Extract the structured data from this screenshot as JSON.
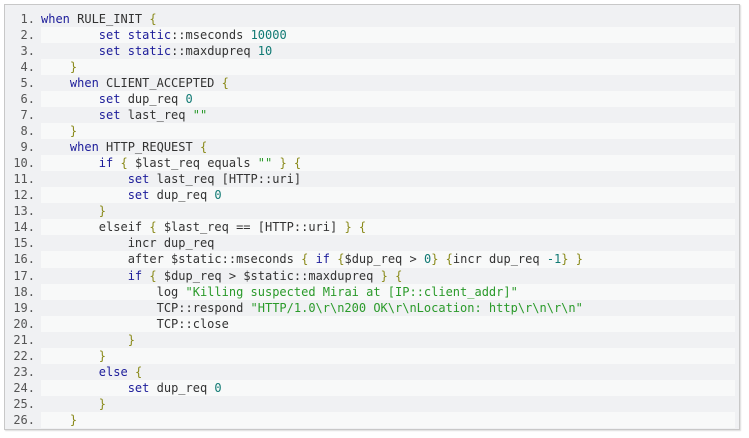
{
  "code": {
    "lines": [
      [
        [
          "k",
          "when"
        ],
        [
          "t",
          " RULE_INIT "
        ],
        [
          "b",
          "{"
        ]
      ],
      [
        [
          "t",
          "        "
        ],
        [
          "k",
          "set"
        ],
        [
          "t",
          " "
        ],
        [
          "k",
          "static"
        ],
        [
          "t",
          "::mseconds "
        ],
        [
          "n",
          "10000"
        ]
      ],
      [
        [
          "t",
          "        "
        ],
        [
          "k",
          "set"
        ],
        [
          "t",
          " "
        ],
        [
          "k",
          "static"
        ],
        [
          "t",
          "::maxdupreq "
        ],
        [
          "n",
          "10"
        ]
      ],
      [
        [
          "t",
          "    "
        ],
        [
          "b",
          "}"
        ]
      ],
      [
        [
          "t",
          "    "
        ],
        [
          "k",
          "when"
        ],
        [
          "t",
          " CLIENT_ACCEPTED "
        ],
        [
          "b",
          "{"
        ]
      ],
      [
        [
          "t",
          "        "
        ],
        [
          "k",
          "set"
        ],
        [
          "t",
          " dup_req "
        ],
        [
          "n",
          "0"
        ]
      ],
      [
        [
          "t",
          "        "
        ],
        [
          "k",
          "set"
        ],
        [
          "t",
          " last_req "
        ],
        [
          "s",
          "\"\""
        ]
      ],
      [
        [
          "t",
          "    "
        ],
        [
          "b",
          "}"
        ]
      ],
      [
        [
          "t",
          "    "
        ],
        [
          "k",
          "when"
        ],
        [
          "t",
          " HTTP_REQUEST "
        ],
        [
          "b",
          "{"
        ]
      ],
      [
        [
          "t",
          "        "
        ],
        [
          "k",
          "if"
        ],
        [
          "t",
          " "
        ],
        [
          "b",
          "{"
        ],
        [
          "t",
          " $last_req equals "
        ],
        [
          "s",
          "\"\""
        ],
        [
          "t",
          " "
        ],
        [
          "b",
          "}"
        ],
        [
          "t",
          " "
        ],
        [
          "b",
          "{"
        ]
      ],
      [
        [
          "t",
          "            "
        ],
        [
          "k",
          "set"
        ],
        [
          "t",
          " last_req [HTTP::uri]"
        ]
      ],
      [
        [
          "t",
          "            "
        ],
        [
          "k",
          "set"
        ],
        [
          "t",
          " dup_req "
        ],
        [
          "n",
          "0"
        ]
      ],
      [
        [
          "t",
          "        "
        ],
        [
          "b",
          "}"
        ]
      ],
      [
        [
          "t",
          "        elseif "
        ],
        [
          "b",
          "{"
        ],
        [
          "t",
          " $last_req == [HTTP::uri] "
        ],
        [
          "b",
          "}"
        ],
        [
          "t",
          " "
        ],
        [
          "b",
          "{"
        ]
      ],
      [
        [
          "t",
          "            incr dup_req"
        ]
      ],
      [
        [
          "t",
          "            after $static::mseconds "
        ],
        [
          "b",
          "{"
        ],
        [
          "t",
          " "
        ],
        [
          "k",
          "if"
        ],
        [
          "t",
          " "
        ],
        [
          "b",
          "{"
        ],
        [
          "t",
          "$dup_req > "
        ],
        [
          "n",
          "0"
        ],
        [
          "b",
          "}"
        ],
        [
          "t",
          " "
        ],
        [
          "b",
          "{"
        ],
        [
          "t",
          "incr dup_req "
        ],
        [
          "n",
          "-1"
        ],
        [
          "b",
          "}"
        ],
        [
          "t",
          " "
        ],
        [
          "b",
          "}"
        ]
      ],
      [
        [
          "t",
          "            "
        ],
        [
          "k",
          "if"
        ],
        [
          "t",
          " "
        ],
        [
          "b",
          "{"
        ],
        [
          "t",
          " $dup_req > $static::maxdupreq "
        ],
        [
          "b",
          "}"
        ],
        [
          "t",
          " "
        ],
        [
          "b",
          "{"
        ]
      ],
      [
        [
          "t",
          "                log "
        ],
        [
          "s",
          "\"Killing suspected Mirai at [IP::client_addr]\""
        ]
      ],
      [
        [
          "t",
          "                TCP::respond "
        ],
        [
          "s",
          "\"HTTP/1.0\\r\\n200 OK\\r\\nLocation: http\\r\\n\\r\\n\""
        ]
      ],
      [
        [
          "t",
          "                TCP::close"
        ]
      ],
      [
        [
          "t",
          "            "
        ],
        [
          "b",
          "}"
        ]
      ],
      [
        [
          "t",
          "        "
        ],
        [
          "b",
          "}"
        ]
      ],
      [
        [
          "t",
          "        "
        ],
        [
          "k",
          "else"
        ],
        [
          "t",
          " "
        ],
        [
          "b",
          "{"
        ]
      ],
      [
        [
          "t",
          "            "
        ],
        [
          "k",
          "set"
        ],
        [
          "t",
          " dup_req "
        ],
        [
          "n",
          "0"
        ]
      ],
      [
        [
          "t",
          "        "
        ],
        [
          "b",
          "}"
        ]
      ],
      [
        [
          "t",
          "    "
        ],
        [
          "b",
          "}"
        ]
      ]
    ]
  }
}
